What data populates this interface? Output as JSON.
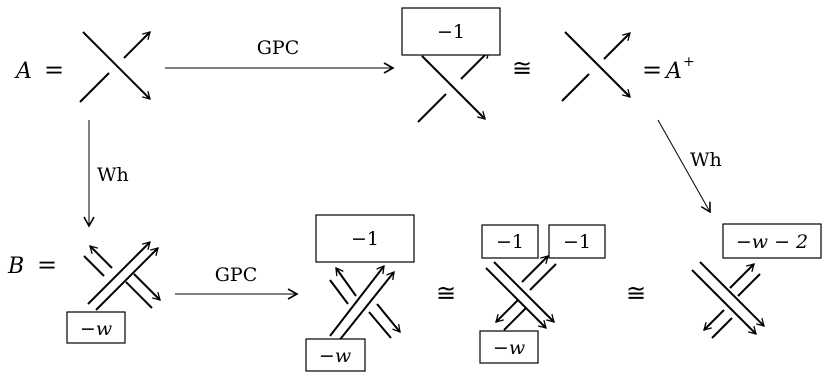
{
  "labels": {
    "A": "A",
    "A_plus": "A",
    "A_plus_sup": "+",
    "B": "B",
    "equals": "=",
    "cong": "≅"
  },
  "arrows": {
    "gpc": "GPC",
    "wh": "Wh"
  },
  "boxes": {
    "minus_one": "−1",
    "minus_w": "−w",
    "minus_w_minus_2": "−w − 2"
  }
}
